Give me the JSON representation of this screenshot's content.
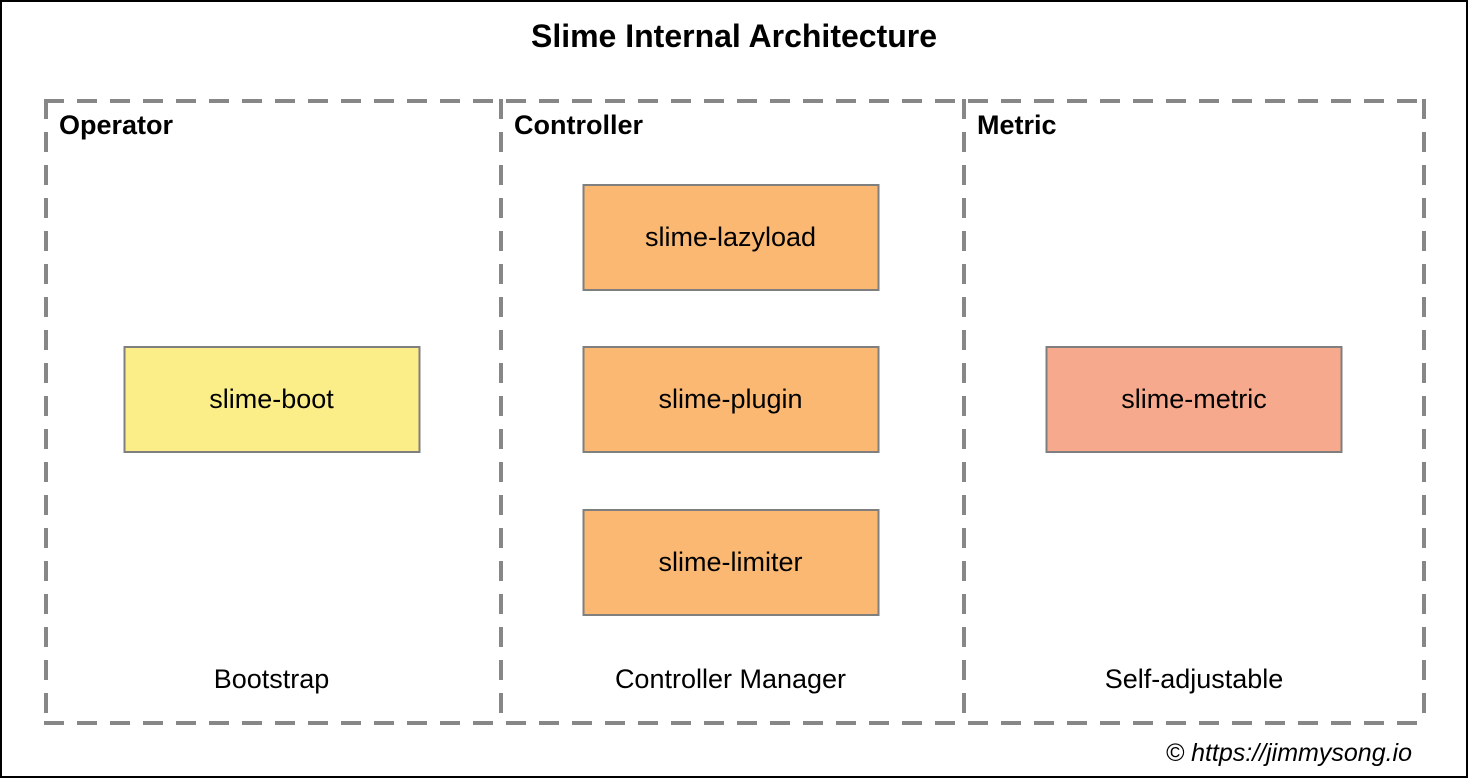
{
  "page": {
    "title": "Slime Internal Architecture",
    "copyright": "© https://jimmysong.io"
  },
  "colors": {
    "yellow": "#FBEE88",
    "orange": "#FBB872",
    "salmon": "#F7A98D",
    "box_border": "#7f7f7f",
    "dashed_border": "#878787",
    "frame_border": "#000000",
    "background": "#ffffff",
    "text": "#000000"
  },
  "sections": [
    {
      "id": "operator",
      "label": "Operator",
      "caption": "Bootstrap",
      "boxes": [
        {
          "label": "slime-boot",
          "color": "yellow"
        }
      ]
    },
    {
      "id": "controller",
      "label": "Controller",
      "caption": "Controller Manager",
      "boxes": [
        {
          "label": "slime-lazyload",
          "color": "orange"
        },
        {
          "label": "slime-plugin",
          "color": "orange"
        },
        {
          "label": "slime-limiter",
          "color": "orange"
        }
      ]
    },
    {
      "id": "metric",
      "label": "Metric",
      "caption": "Self-adjustable",
      "boxes": [
        {
          "label": "slime-metric",
          "color": "salmon"
        }
      ]
    }
  ]
}
